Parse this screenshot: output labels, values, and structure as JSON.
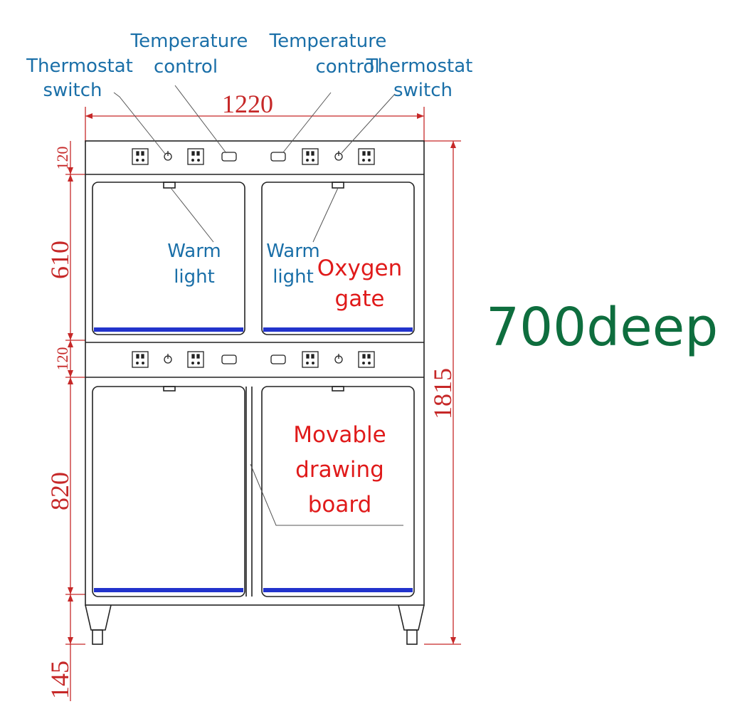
{
  "labels": {
    "thermostat_left": [
      "Thermostat",
      "switch"
    ],
    "temp_control_left": [
      "Temperature",
      "control"
    ],
    "temp_control_right": [
      "Temperature",
      "control"
    ],
    "thermostat_right": [
      "Thermostat",
      "switch"
    ],
    "warm_light_left": [
      "Warm",
      "light"
    ],
    "warm_light_right": [
      "Warm",
      "light"
    ],
    "oxygen_gate": [
      "Oxygen",
      "gate"
    ],
    "drawing_board": [
      "Movable",
      "drawing",
      "board"
    ]
  },
  "dimensions": {
    "width": "1220",
    "height_total": "1815",
    "top_panel": "120",
    "upper_chamber": "610",
    "middle_panel": "120",
    "lower_chamber": "820",
    "legs": "145"
  },
  "depth_note": "700deep",
  "colors": {
    "line": "#222222",
    "dimension": "#c62828",
    "callout": "#1a6fa8",
    "note": "#e01a1a",
    "depth": "#0e6e3e",
    "light_strip": "#2233cc"
  },
  "icons": {
    "socket": "socket-icon",
    "switch": "power-switch-icon",
    "display": "temperature-display-icon",
    "lamp": "warm-lamp-icon"
  }
}
